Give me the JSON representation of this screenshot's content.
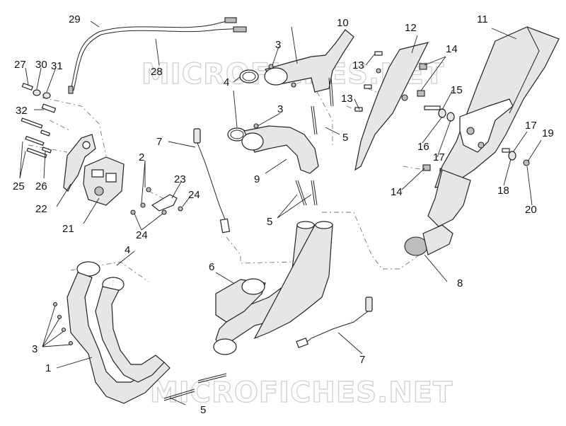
{
  "watermark": {
    "text_top": "MICROFICHES.NET",
    "text_bottom": "MICROFICHES.NET"
  },
  "callouts": {
    "c1": "1",
    "c2": "2",
    "c3a": "3",
    "c3b": "3",
    "c3c": "3",
    "c4a": "4",
    "c4b": "4",
    "c5a": "5",
    "c5b": "5",
    "c5c": "5",
    "c6": "6",
    "c7a": "7",
    "c7b": "7",
    "c8": "8",
    "c9": "9",
    "c10": "10",
    "c11": "11",
    "c12": "12",
    "c13a": "13",
    "c13b": "13",
    "c14a": "14",
    "c14b": "14",
    "c15": "15",
    "c16": "16",
    "c17a": "17",
    "c17b": "17",
    "c18": "18",
    "c19": "19",
    "c20": "20",
    "c21": "21",
    "c22": "22",
    "c23": "23",
    "c24a": "24",
    "c24b": "24",
    "c25": "25",
    "c26": "26",
    "c27": "27",
    "c28": "28",
    "c29": "29",
    "c30": "30",
    "c31": "31",
    "c32": "32"
  }
}
